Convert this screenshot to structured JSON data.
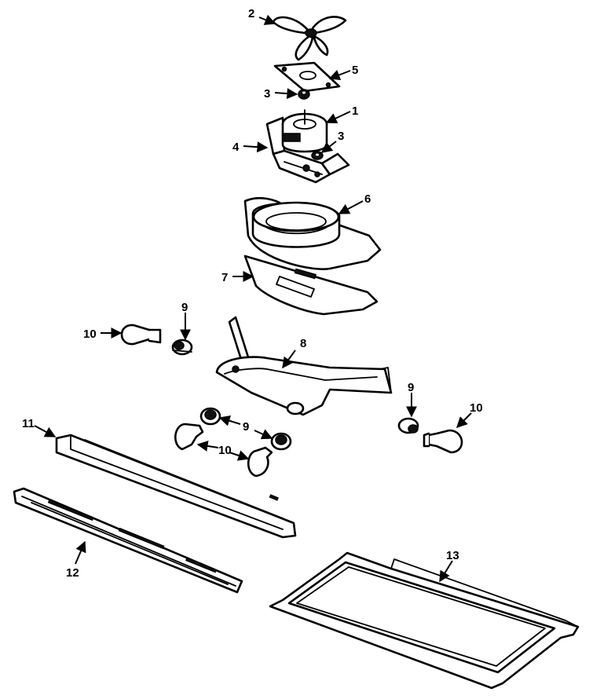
{
  "callouts": {
    "fan_blade": "2",
    "bracket_top": "5",
    "grommet_upper": "3",
    "motor": "1",
    "motor_bracket": "4",
    "grommet_lower": "3",
    "fan_shroud": "6",
    "shroud_plate": "7",
    "socket_left": "9",
    "bulb_left": "10",
    "light_housing": "8",
    "socket_right": "9",
    "bulb_right": "10",
    "trim_strip": "11",
    "socket_center": "9",
    "bulb_center": "10",
    "grille": "12",
    "shelf_frame": "13"
  }
}
